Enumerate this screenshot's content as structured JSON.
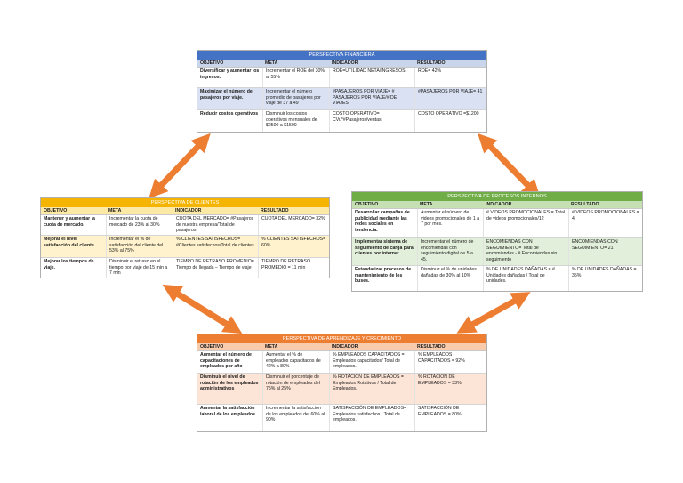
{
  "panels": {
    "financiera": {
      "title": "PERSPECTIVA FINANCIERA",
      "headers": [
        "OBJETIVO",
        "META",
        "INDICADOR",
        "RESULTADO"
      ],
      "rows": [
        [
          "Diversificar y aumentar los ingresos.",
          "Incrementar el ROE del 30% al 55%",
          "ROE=UTILIDAD NETA/INGRESOS",
          "ROE= 42%"
        ],
        [
          "Maximizar el número de pasajeros por viaje.",
          "Incrementar el número promedio de pasajeros por viaje de 37 a 49",
          "#PASAJEROS POR VIAJE= # PASAJEROS POR VIAJE/# DE VIAJES",
          "#PASAJEROS POR VIAJE= 41"
        ],
        [
          "Reducir costos operativos",
          "Disminuir los costos operativos mensuales de $2500 a $1500",
          "COSTO OPERATIVO= CVu*#Pasajeros/ventas",
          "COSTO OPERATIVO =$1200"
        ]
      ]
    },
    "clientes": {
      "title": "PERSPECTIVA  DE CLIENTES",
      "headers": [
        "OBJETIVO",
        "META",
        "INDICADOR",
        "RESULTADO"
      ],
      "rows": [
        [
          "Mantener y aumentar la cuota de mercado.",
          "Incrementar la cuota de mercado de 23% al 30%",
          "CUOTA DEL MERCADO= #Pasajeros de nuestra empresa/Total de pasajeros",
          "CUOTA DEL MERCADO= 32%"
        ],
        [
          "Mejorar  el nivel satisfacción del cliente",
          "Incrementar el % de satisfacción del cliente del 53% al 75%",
          "% CLIENTES SATISFECHOS= #Clientes satisfechos/Total de clientes",
          "% CLIENTES SATISFECHOS= 60%"
        ],
        [
          "Mejorar los tiempos de viaje.",
          "Disminuir el retraso en el tiempo por viaje de 15 min a 7 min",
          "TIEMPO DE RETRASO PROMEDIO= Tiempo de llegada – Tiempo de viaje",
          "TIEMPO DE RETRASO PROMEDIO = 11 min"
        ]
      ]
    },
    "procesos": {
      "title": "PERSPECTIVA  DE PROCESOS INTERNOS",
      "headers": [
        "OBJETIVO",
        "META",
        "INDICADOR",
        "RESULTADO"
      ],
      "rows": [
        [
          "Desarrollar campañas de publicidad mediante las redes sociales en tendencia.",
          "Aumentar el número de videos promocionales de 1 a 7 por mes.",
          "# VIDEOS PROMOCIONALES = Total de videos promocionales/12",
          "# VIDEOS PROMOCIONALES = 4"
        ],
        [
          "Implementar sistema de seguimiento de carga para  clientes por internet.",
          "Incrementar el número de encomiendas con seguimiento digital de 5 a 45.",
          "ENCOMIENDAS CON SEGUIMIENTO= Total de encomiendas - # Encomiendas sin seguimiento",
          "ENCOMIENDAS CON SEGUIMIENTO= 21"
        ],
        [
          "Estandarizar procesos de mantenimiento de los buses.",
          "Disminuir el % de unidades dañadas de 30% al 10%",
          "% DE UNIDADES DAÑADAS = # Unidades dañadas / Total de unidades.",
          "% DE UNIDADES DAÑADAS = 35%"
        ]
      ]
    },
    "aprendizaje": {
      "title": "PERSPECTIVA  DE APRENDIZAJE Y CRECIMIENTO",
      "headers": [
        "OBJETIVO",
        "META",
        "INDICADOR",
        "RESULTADO"
      ],
      "rows": [
        [
          "Aumentar el número de capacitaciones de empleados por año",
          "Aumentar el % de empleados capacitados de 42% a 80%",
          "% EMPLEADOS CAPACITADOS = Empleados capacitados/ Total de empleados.",
          "% EMPLEADOS CAPACITADOS = 92%"
        ],
        [
          "Disminuir el nivel de rotación de los empleados administrativos",
          "Disminuir el porcentaje de rotación de empleados del 75% al 25%",
          "% ROTACIÓN DE EMPLEADOS = Empleados Rotativos / Total de Empleados.",
          "% ROTACIÓN DE EMPLEADOS = 33%"
        ],
        [
          "Aumentar la satisfacción laboral de los empleados",
          "Incrementar la satisfacción de los empleados del 60% al 90%",
          "SATISFACCIÓN DE EMPLEADOS= Empleados satisfechos / Total de empleados.",
          "SATISFACCIÓN DE EMPLEADOS =  80%"
        ]
      ]
    }
  },
  "colors": {
    "financiera_title": "#4472c4",
    "financiera_header": "#c9d5ea",
    "financiera_band": "#d9e1f2",
    "clientes_title": "#f4b400",
    "clientes_header": "#fde9a6",
    "clientes_band": "#fff2cc",
    "procesos_title": "#70ad47",
    "procesos_header": "#c6e0b4",
    "procesos_band": "#e2efda",
    "aprendizaje_title": "#ed7d31",
    "aprendizaje_header": "#f8cbad",
    "aprendizaje_band": "#fce4d6",
    "arrow": "#ed7d31"
  }
}
